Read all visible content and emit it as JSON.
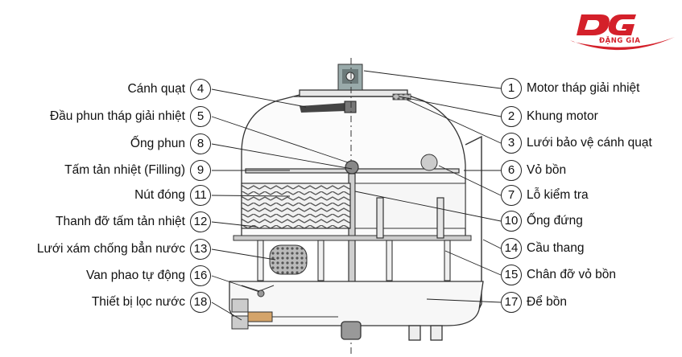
{
  "brand": {
    "logo_text": "ĐẶNG GIA",
    "color": "#d4202a"
  },
  "left_labels": [
    {
      "num": "4",
      "text": "Cánh quạt"
    },
    {
      "num": "5",
      "text": "Đầu phun tháp giải nhiệt"
    },
    {
      "num": "8",
      "text": "Ống phun"
    },
    {
      "num": "9",
      "text": "Tấm tản nhiệt (Filling)"
    },
    {
      "num": "11",
      "text": "Nút đóng"
    },
    {
      "num": "12",
      "text": "Thanh đỡ tấm tản nhiệt"
    },
    {
      "num": "13",
      "text": "Lưới xám chống bẳn nước"
    },
    {
      "num": "16",
      "text": "Van phao tự động"
    },
    {
      "num": "18",
      "text": "Thiết bị lọc nước"
    }
  ],
  "right_labels": [
    {
      "num": "1",
      "text": "Motor tháp giải nhiệt"
    },
    {
      "num": "2",
      "text": "Khung motor"
    },
    {
      "num": "3",
      "text": "Lưới bảo vệ cánh quạt"
    },
    {
      "num": "6",
      "text": "Vỏ bồn"
    },
    {
      "num": "7",
      "text": "Lỗ kiểm tra"
    },
    {
      "num": "10",
      "text": "Ống đứng"
    },
    {
      "num": "14",
      "text": "Cầu thang"
    },
    {
      "num": "15",
      "text": "Chân đỡ vỏ bồn"
    },
    {
      "num": "17",
      "text": "Để bồn"
    }
  ]
}
